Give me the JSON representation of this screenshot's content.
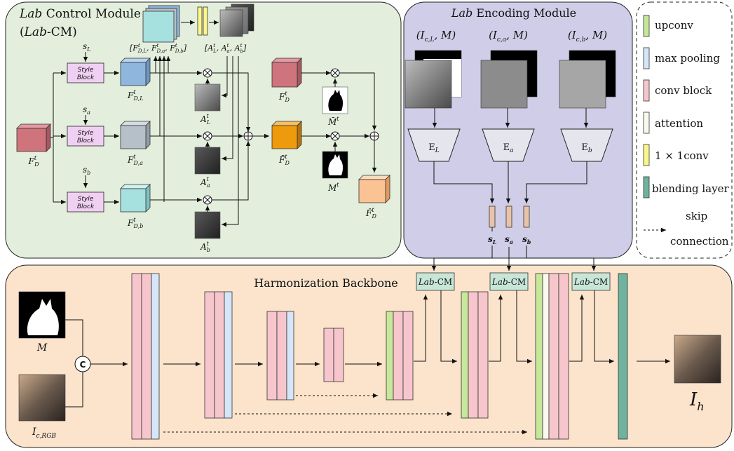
{
  "modules": {
    "lab_cm": {
      "title": "Lab Control Module",
      "title_prefix": "Lab",
      "title_rest": " Control Module",
      "abbrev": "(Lab-CM)",
      "abbrev_prefix": "(",
      "abbrev_italic": "Lab",
      "abbrev_rest": "-CM)"
    },
    "encoding": {
      "title": "Lab Encoding Module",
      "title_prefix": "Lab",
      "title_rest": " Encoding Module"
    },
    "backbone": {
      "title": "Harmonization Backbone"
    }
  },
  "lab_cm": {
    "style_block_label_1": "Style",
    "style_block_label_2": "Block",
    "style_inputs": [
      "s_L",
      "s_a",
      "s_b"
    ],
    "input_feature": "F_D^t",
    "branch_features": [
      "F_D,L^t",
      "F_D,a^t",
      "F_D,b^t"
    ],
    "attention_maps": [
      "A_L^t",
      "A_a^t",
      "A_b^t"
    ],
    "concat_features": "[F_D,L^t, F_D,a^t, F_D,b^t]",
    "concat_attn": "[A_L^t, A_a^t, A_b^t]",
    "fd_top": "F_D^t",
    "fused_feature": "F̄_D^t",
    "mask_inv": "M̄^t",
    "mask": "M^t",
    "output": "F̂_D^t"
  },
  "encoding": {
    "inputs": [
      "(I_c,L, M)",
      "(I_c,a, M)",
      "(I_c,b, M)"
    ],
    "encoders": [
      "E_L",
      "E_a",
      "E_b"
    ],
    "codes": [
      "s_L",
      "s_a",
      "s_b"
    ]
  },
  "backbone": {
    "mask_label": "M",
    "input_label": "I_c,RGB",
    "concat_symbol": "C",
    "lab_cm_label": "Lab-CM",
    "lab_cm_italic": "Lab",
    "lab_cm_rest": "-CM",
    "output_label": "I_h"
  },
  "legend": {
    "items": [
      {
        "label": "upconv",
        "color": "#c7e79a"
      },
      {
        "label": "max pooling",
        "color": "#d4e6f7"
      },
      {
        "label": "conv block",
        "color": "#f7c6cc"
      },
      {
        "label": "attention",
        "color": "#fbf9ee"
      },
      {
        "label": "1 × 1conv",
        "color": "#fbf68a"
      },
      {
        "label": "blending layer",
        "color": "#6fb29d"
      }
    ],
    "skip_line1": "skip",
    "skip_line2": "connection"
  },
  "colors": {
    "lab_cm_bg": "#e3efdc",
    "encoding_bg": "#cfcde7",
    "backbone_bg": "#fbe3cc",
    "cube_red": "#cf747d",
    "cube_blue": "#8fb6dc",
    "cube_gray": "#b6c0c9",
    "cube_cyan": "#a6e0df",
    "cube_orange": "#ee9a0d",
    "cube_peach": "#fbc394",
    "style_block": "#f0d0f2",
    "lab_cm_box": "#c8e6d8"
  }
}
